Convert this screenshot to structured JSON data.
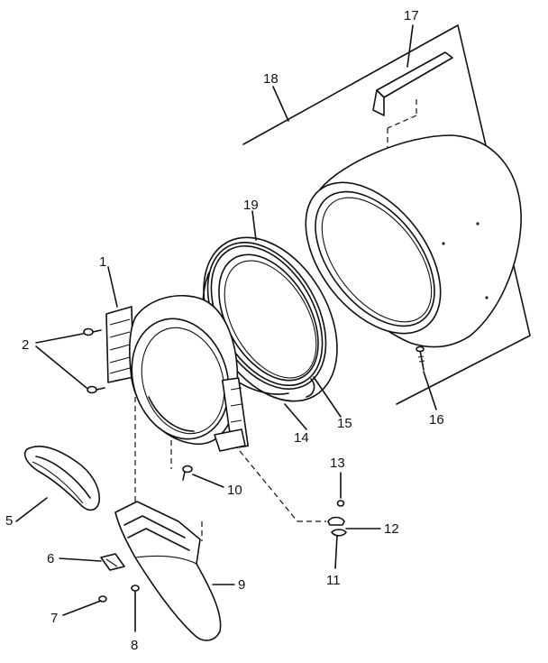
{
  "diagram": {
    "callouts": [
      {
        "id": "1",
        "text": "1"
      },
      {
        "id": "2",
        "text": "2"
      },
      {
        "id": "5",
        "text": "5"
      },
      {
        "id": "6",
        "text": "6"
      },
      {
        "id": "7",
        "text": "7"
      },
      {
        "id": "8",
        "text": "8"
      },
      {
        "id": "9",
        "text": "9"
      },
      {
        "id": "10",
        "text": "10"
      },
      {
        "id": "11",
        "text": "11"
      },
      {
        "id": "12",
        "text": "12"
      },
      {
        "id": "13",
        "text": "13"
      },
      {
        "id": "14",
        "text": "14"
      },
      {
        "id": "15",
        "text": "15"
      },
      {
        "id": "16",
        "text": "16"
      },
      {
        "id": "17",
        "text": "17"
      },
      {
        "id": "18",
        "text": "18"
      },
      {
        "id": "19",
        "text": "19"
      }
    ]
  }
}
